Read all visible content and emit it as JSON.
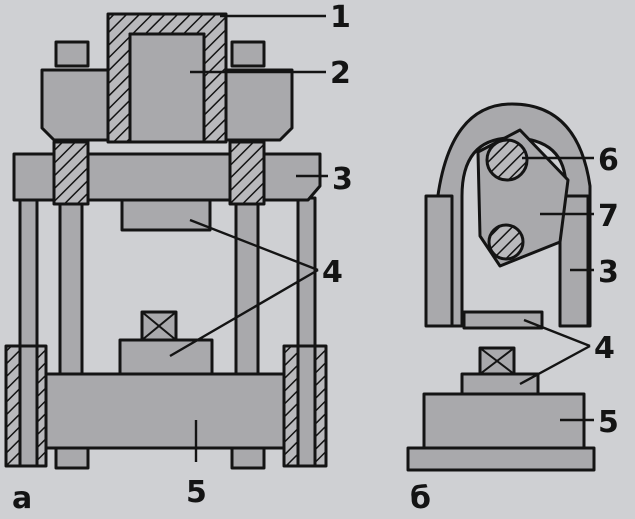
{
  "figure": {
    "part_labels": {
      "p1": "1",
      "p2": "2",
      "p3_a": "3",
      "p4_a": "4",
      "p5_a": "5",
      "p6": "6",
      "p7": "7",
      "p3_b": "3",
      "p4_b": "4",
      "p5_b": "5"
    },
    "view_labels": {
      "a": "а",
      "b": "б"
    }
  },
  "colors": {
    "paper": "#cfd0d3",
    "metal": "#a9a9ac",
    "metal_dark": "#8f8f93",
    "ink": "#141414"
  }
}
